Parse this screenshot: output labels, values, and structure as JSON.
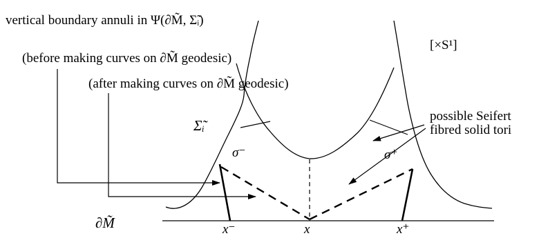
{
  "labels": {
    "annuli_title": "vertical boundary annuli in Ψ(∂M̃, Σ̃ᵢ)",
    "before": "(before making curves on ∂M̃ geodesic)",
    "after": "(after making curves on ∂M̃ geodesic)",
    "times_s1": "[×S¹]",
    "seifert_line1": "possible Seifert",
    "seifert_line2": "fibred solid tori",
    "sigma_tilde_i": "Σ̃ᵢ",
    "boundary_m": "∂M̃",
    "sigma_minus": "σ⁻",
    "sigma_plus": "σ⁺",
    "x_minus": "x⁻",
    "x": "x",
    "x_plus": "x⁺"
  }
}
